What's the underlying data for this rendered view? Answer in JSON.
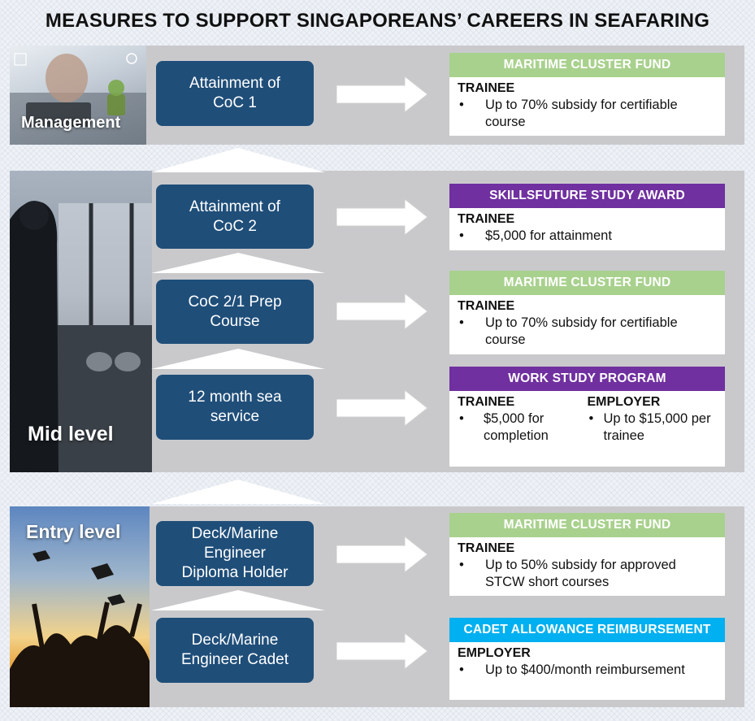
{
  "title": "MEASURES TO SUPPORT SINGAPOREANS’ CAREERS IN SEAFARING",
  "colors": {
    "step": "#1f4e79",
    "green": "#a9d18e",
    "purple": "#7030a0",
    "blue": "#00b0f0",
    "band": "#c9c9cc"
  },
  "levels": {
    "management": "Management",
    "mid": "Mid level",
    "entry": "Entry level"
  },
  "steps": [
    "Attainment of\nCoC 1",
    "Attainment of\nCoC 2",
    "CoC 2/1 Prep\nCourse",
    "12 month sea\nservice",
    "Deck/Marine\nEngineer\nDiploma Holder",
    "Deck/Marine\nEngineer Cadet"
  ],
  "cards": [
    {
      "header": "MARITIME CLUSTER FUND",
      "label": "TRAINEE",
      "bullet": "Up to 70% subsidy for certifiable course"
    },
    {
      "header": "SKILLSFUTURE STUDY AWARD",
      "label": "TRAINEE",
      "bullet": "$5,000 for attainment"
    },
    {
      "header": "MARITIME CLUSTER FUND",
      "label": "TRAINEE",
      "bullet": "Up to 70% subsidy for certifiable course"
    },
    {
      "header": "WORK STUDY PROGRAM",
      "label": "TRAINEE",
      "bullet": "$5,000 for completion",
      "label2": "EMPLOYER",
      "bullet2": "Up to $15,000 per trainee"
    },
    {
      "header": "MARITIME CLUSTER FUND",
      "label": "TRAINEE",
      "bullet": "Up to 50% subsidy for approved STCW short courses"
    },
    {
      "header": "CADET ALLOWANCE REIMBURSEMENT",
      "label": "EMPLOYER",
      "bullet": "Up to $400/month reimbursement"
    }
  ]
}
